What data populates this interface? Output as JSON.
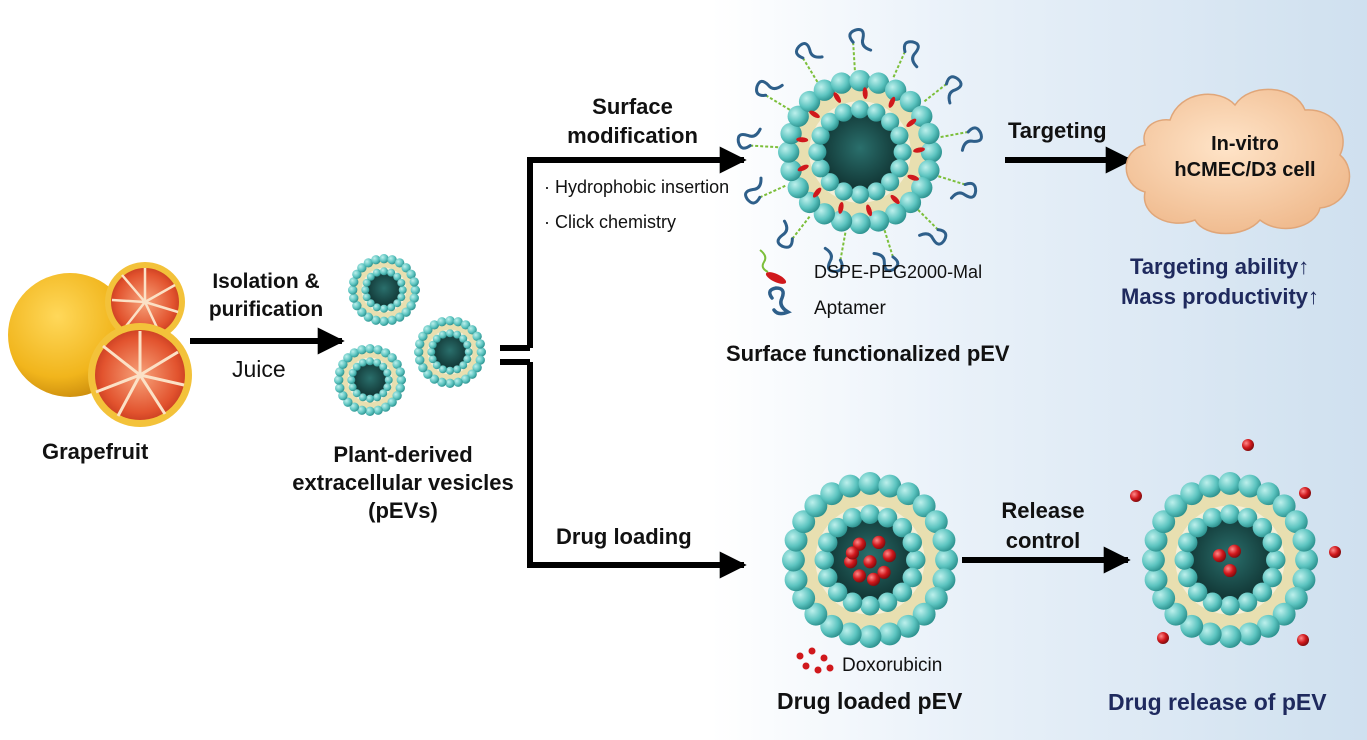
{
  "labels": {
    "grapefruit": "Grapefruit",
    "isolation_line1": "Isolation &",
    "isolation_line2": "purification",
    "juice": "Juice",
    "pev_line1": "Plant-derived",
    "pev_line2": "extracellular vesicles",
    "pev_line3": "(pEVs)",
    "surface_mod_line1": "Surface",
    "surface_mod_line2": "modification",
    "method_1": "· Hydrophobic insertion",
    "method_2": "· Click chemistry",
    "legend_dspe": "DSPE-PEG2000-Mal",
    "legend_aptamer": "Aptamer",
    "surface_functionalized": "Surface functionalized pEV",
    "targeting": "Targeting",
    "cell_line1": "In-vitro",
    "cell_line2": "hCMEC/D3 cell",
    "targeting_ability": "Targeting ability↑",
    "mass_productivity": "Mass productivity↑",
    "drug_loading": "Drug loading",
    "legend_dox": "Doxorubicin",
    "drug_loaded": "Drug loaded pEV",
    "release_line1": "Release",
    "release_line2": "control",
    "drug_release": "Drug release of pEV"
  },
  "colors": {
    "arrow": "#000000",
    "bead": "#5cc4c0",
    "bead_dark": "#1f7f7d",
    "lipid_tail": "#e8dfb0",
    "core": "#123c3a",
    "drug": "#d0181c",
    "aptamer": "#2e5f8a",
    "peg": "#7cbf3a",
    "cell": "#f6cda6",
    "orange_peel": "#f1b51c",
    "grapefruit_flesh": "#e2532e",
    "navy_text": "#1f2a5e"
  },
  "icons": [
    "grapefruit-illustration",
    "vesicle-icon",
    "aptamer-icon",
    "peg-lipid-icon",
    "doxorubicin-icon",
    "cell-cloud-icon"
  ]
}
